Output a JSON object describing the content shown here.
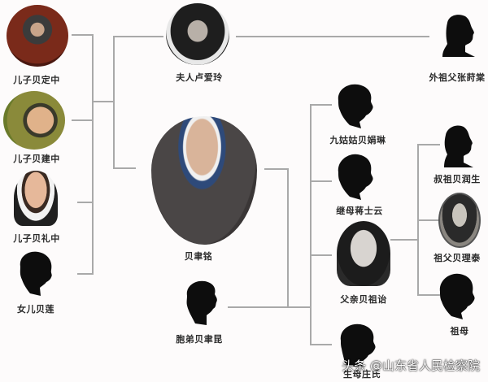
{
  "diagram": {
    "type": "family-tree",
    "center": {
      "name": "贝聿铭",
      "portrait": "photo"
    },
    "people": [
      {
        "id": "son1",
        "label": "儿子贝定中",
        "portrait": "photo"
      },
      {
        "id": "son2",
        "label": "儿子贝建中",
        "portrait": "photo"
      },
      {
        "id": "son3",
        "label": "儿子贝礼中",
        "portrait": "photo"
      },
      {
        "id": "daughter",
        "label": "女儿贝莲",
        "portrait": "silhouette"
      },
      {
        "id": "wife",
        "label": "夫人卢爱玲",
        "portrait": "photo"
      },
      {
        "id": "wife_grandfather",
        "label": "外祖父张莳棠",
        "portrait": "silhouette"
      },
      {
        "id": "aunt",
        "label": "九姑姑贝娟琳",
        "portrait": "silhouette"
      },
      {
        "id": "stepmother",
        "label": "继母蒋士云",
        "portrait": "silhouette"
      },
      {
        "id": "father",
        "label": "父亲贝祖诒",
        "portrait": "photo"
      },
      {
        "id": "mother",
        "label": "生母庄氏",
        "portrait": "silhouette"
      },
      {
        "id": "granduncle",
        "label": "叔祖贝润生",
        "portrait": "silhouette"
      },
      {
        "id": "grandfather",
        "label": "祖父贝理泰",
        "portrait": "photo"
      },
      {
        "id": "grandmother",
        "label": "祖母",
        "portrait": "silhouette"
      },
      {
        "id": "brother",
        "label": "胞弟贝聿昆",
        "portrait": "silhouette"
      }
    ],
    "relations": [
      {
        "from": "贝聿铭",
        "to": "夫人卢爱玲",
        "type": "spouse"
      },
      {
        "from": "贝聿铭",
        "to": [
          "儿子贝定中",
          "儿子贝建中",
          "儿子贝礼中",
          "女儿贝莲"
        ],
        "type": "children"
      },
      {
        "from": "夫人卢爱玲",
        "to": "外祖父张莳棠",
        "type": "relative"
      },
      {
        "from": "贝聿铭",
        "to": "胞弟贝聿昆",
        "type": "sibling"
      },
      {
        "from": [
          "贝聿铭",
          "胞弟贝聿昆"
        ],
        "to": [
          "九姑姑贝娟琳",
          "继母蒋士云",
          "父亲贝祖诒",
          "生母庄氏"
        ],
        "type": "parents-generation"
      },
      {
        "from": "父亲贝祖诒",
        "to": [
          "叔祖贝润生",
          "祖父贝理泰",
          "祖母"
        ],
        "type": "grandparents-generation"
      }
    ]
  },
  "watermark": "头条 @山东省人民检察院",
  "colors": {
    "background": "#fdfbfb",
    "connector": "#a9a9a9",
    "label": "#2a2a2a"
  }
}
